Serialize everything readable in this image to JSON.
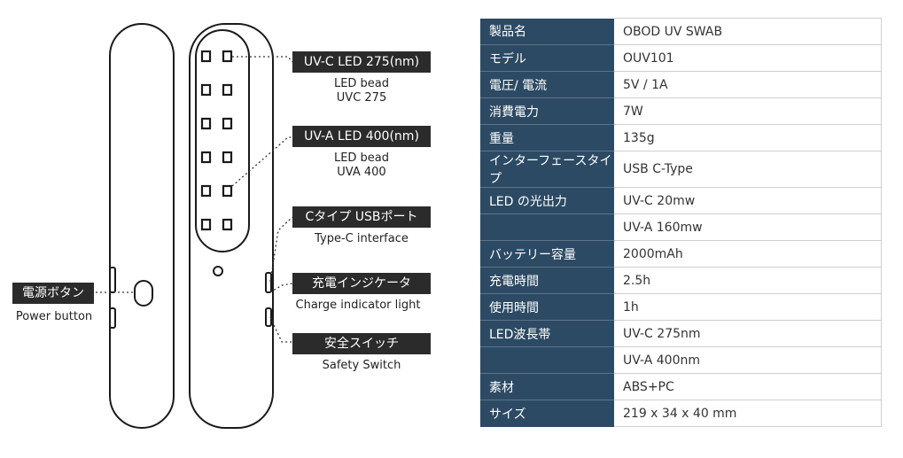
{
  "callouts": {
    "uvc": {
      "title": "UV-C LED 275(nm)",
      "line1": "LED bead",
      "line2": "UVC 275"
    },
    "uva": {
      "title": "UV-A LED 400(nm)",
      "line1": "LED bead",
      "line2": "UVA 400"
    },
    "usb": {
      "title": "Cタイプ USBポート",
      "line1": "Type-C interface"
    },
    "charge": {
      "title": "充電インジケータ",
      "line1": "Charge indicator light"
    },
    "safety": {
      "title": "安全スイッチ",
      "line1": "Safety Switch"
    },
    "power": {
      "title": "電源ボタン",
      "line1": "Power button"
    }
  },
  "specs": [
    {
      "key": "製品名",
      "value": "OBOD UV SWAB"
    },
    {
      "key": "モデル",
      "value": "OUV101"
    },
    {
      "key": "電圧/ 電流",
      "value": "5V / 1A"
    },
    {
      "key": "消費電力",
      "value": "7W"
    },
    {
      "key": "重量",
      "value": "135g"
    },
    {
      "key": "インターフェースタイプ",
      "value": "USB C-Type"
    },
    {
      "key": "LED の光出力",
      "value": "UV-C 20mw"
    },
    {
      "key": "",
      "value": "UV-A 160mw"
    },
    {
      "key": "バッテリー容量",
      "value": "2000mAh"
    },
    {
      "key": "充電時間",
      "value": "2.5h"
    },
    {
      "key": "使用時間",
      "value": "1h"
    },
    {
      "key": "LED波長帯",
      "value": "UV-C 275nm"
    },
    {
      "key": "",
      "value": "UV-A 400nm"
    },
    {
      "key": "素材",
      "value": "ABS+PC"
    },
    {
      "key": "サイズ",
      "value": "219 x 34 x 40 mm"
    }
  ],
  "colors": {
    "table_header": "#2c4a63",
    "label_box": "#2b2b2b"
  }
}
